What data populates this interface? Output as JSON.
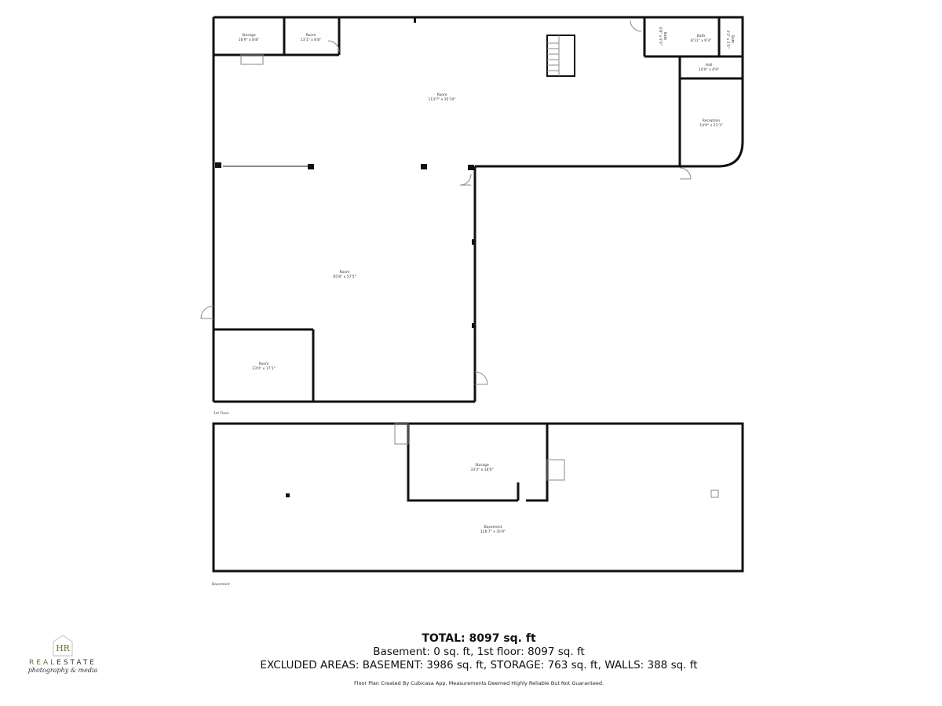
{
  "floors": {
    "first_floor_label": "1st Floor",
    "basement_label": "Basement"
  },
  "rooms": [
    {
      "name": "Storage",
      "dims": "16'9\" x 8'8\""
    },
    {
      "name": "Room",
      "dims": "13'1\" x 8'8\""
    },
    {
      "name": "Room",
      "dims": "113'7\" x 35'10\""
    },
    {
      "name": "Bath",
      "dims": "6'8\" x 9'3\""
    },
    {
      "name": "Bath",
      "dims": "8'11\" x 9'3\""
    },
    {
      "name": "Bath",
      "dims": "3'3\" x 5'5\""
    },
    {
      "name": "Hall",
      "dims": "14'9\" x 4'9\""
    },
    {
      "name": "Reception",
      "dims": "14'9\" x 21'1\""
    },
    {
      "name": "Room",
      "dims": "65'8\" x 57'5\""
    },
    {
      "name": "Room",
      "dims": "23'0\" x 17'1\""
    },
    {
      "name": "Storage",
      "dims": "33'3\" x 18'6\""
    },
    {
      "name": "Basement",
      "dims": "126'7\" x 35'9\""
    }
  ],
  "summary": {
    "total": "TOTAL: 8097 sq. ft",
    "breakdown": "Basement: 0 sq. ft, 1st floor: 8097 sq. ft",
    "excluded": "EXCLUDED AREAS: BASEMENT: 3986 sq. ft, STORAGE: 763 sq. ft, WALLS: 388 sq. ft",
    "disclaimer": "Floor Plan Created By Cubicasa App. Measurements Deemed Highly Reliable But Not Guaranteed."
  },
  "logo": {
    "monogram": "HR",
    "real": "REAL",
    "estate": "ESTATE",
    "tagline": "photography & media",
    "accent_color": "#5a7a3a"
  }
}
